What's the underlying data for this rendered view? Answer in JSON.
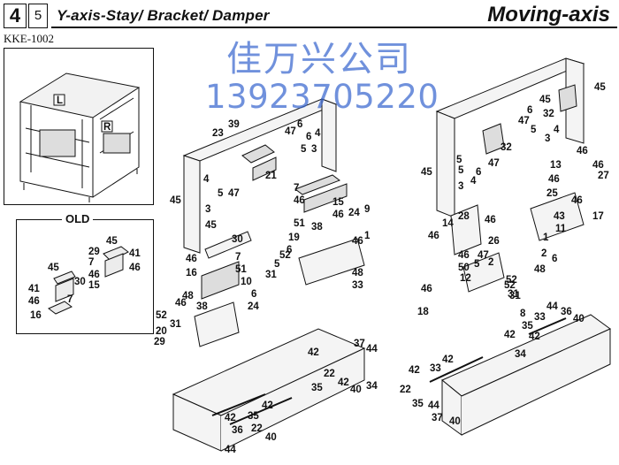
{
  "header": {
    "page_number": "4",
    "sub_page": "5",
    "title": "Y-axis-Stay/ Bracket/ Damper",
    "section": "Moving-axis",
    "code": "KKE-1002"
  },
  "overview": {
    "left_tag": "L",
    "right_tag": "R"
  },
  "old_box": {
    "label": "OLD"
  },
  "watermark": {
    "line1": "佳万兴公司",
    "line2": "13923705220"
  },
  "callouts": {
    "old": [
      "45",
      "29",
      "41",
      "7",
      "46",
      "45",
      "30",
      "46",
      "15",
      "41",
      "7",
      "46",
      "16"
    ],
    "center": [
      "23",
      "39",
      "6",
      "4",
      "21",
      "47",
      "6",
      "5",
      "3",
      "45",
      "4",
      "5",
      "47",
      "3",
      "45",
      "30",
      "46",
      "7",
      "16",
      "51",
      "10",
      "46",
      "48",
      "6",
      "24",
      "52",
      "20",
      "38",
      "31",
      "29",
      "7",
      "46",
      "15",
      "51",
      "46",
      "38",
      "24",
      "9",
      "19",
      "46",
      "1",
      "6",
      "5",
      "52",
      "48",
      "31",
      "33",
      "42",
      "35",
      "22",
      "42",
      "40",
      "37",
      "44",
      "34",
      "42",
      "35",
      "22",
      "42",
      "36",
      "40",
      "44"
    ],
    "right": [
      "45",
      "45",
      "32",
      "47",
      "6",
      "5",
      "4",
      "3",
      "32",
      "5",
      "47",
      "6",
      "45",
      "5",
      "3",
      "4",
      "13",
      "46",
      "46",
      "27",
      "46",
      "25",
      "14",
      "28",
      "46",
      "46",
      "26",
      "43",
      "46",
      "17",
      "46",
      "50",
      "2",
      "47",
      "5",
      "12",
      "11",
      "1",
      "52",
      "31",
      "2",
      "6",
      "48",
      "46",
      "52",
      "31",
      "18",
      "42",
      "33",
      "44",
      "36",
      "40",
      "8",
      "35",
      "42",
      "34",
      "42",
      "22",
      "33",
      "42",
      "35",
      "44",
      "37",
      "40"
    ]
  }
}
